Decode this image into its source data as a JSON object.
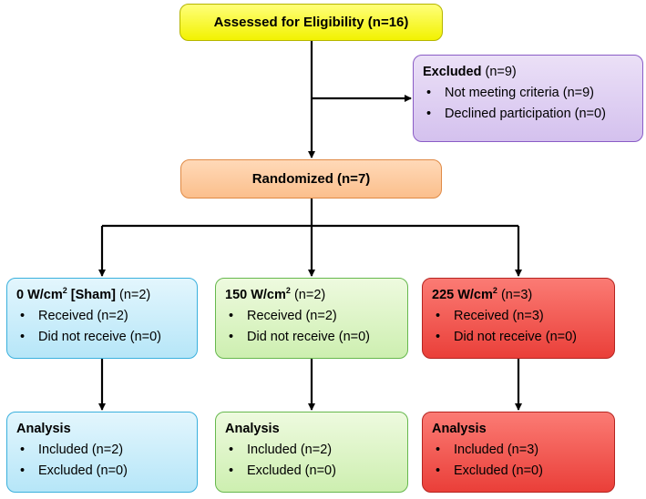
{
  "eligibility": {
    "title": "Assessed for Eligibility (n=16)"
  },
  "excluded": {
    "title": "Excluded",
    "count": "(n=9)",
    "items": [
      "Not meeting criteria (n=9)",
      "Declined participation (n=0)"
    ]
  },
  "randomized": {
    "title": "Randomized (n=7)"
  },
  "groups": [
    {
      "dose": "0 W/cm",
      "sup": "2",
      "suffix": " [Sham]",
      "count": "(n=2)",
      "items": [
        "Received (n=2)",
        "Did not receive (n=0)"
      ]
    },
    {
      "dose": "150 W/cm",
      "sup": "2",
      "suffix": "",
      "count": "(n=2)",
      "items": [
        "Received (n=2)",
        "Did not receive (n=0)"
      ]
    },
    {
      "dose": "225 W/cm",
      "sup": "2",
      "suffix": "",
      "count": "(n=3)",
      "items": [
        "Received (n=3)",
        "Did not receive (n=0)"
      ]
    }
  ],
  "analysis": [
    {
      "title": "Analysis",
      "items": [
        "Included (n=2)",
        "Excluded (n=0)"
      ]
    },
    {
      "title": "Analysis",
      "items": [
        "Included (n=2)",
        "Excluded (n=0)"
      ]
    },
    {
      "title": "Analysis",
      "items": [
        "Included (n=3)",
        "Excluded (n=0)"
      ]
    }
  ],
  "colors": {
    "eligibility": "#f7f700",
    "excluded": "#d9c8f0",
    "randomized": "#fcc596",
    "sham": "#c4ebf9",
    "mid": "#d8f3c0",
    "high": "#f0504a"
  }
}
